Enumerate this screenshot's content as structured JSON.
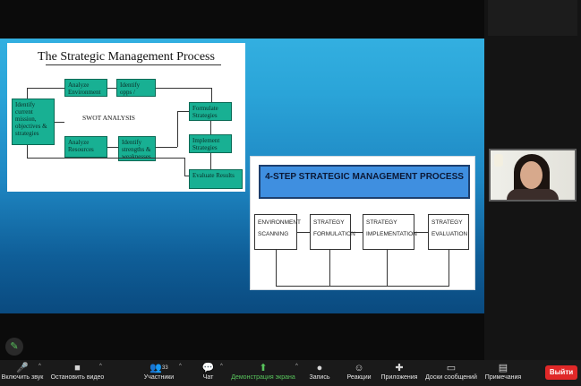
{
  "slide_left": {
    "title": "The Strategic Management Process",
    "box_identify": "Identify current mission, objectives & strategies",
    "box_analyze_env": "Analyze Environment",
    "box_identify_opps": "Identify opps / threats",
    "label_swot": "SWOT ANALYSIS",
    "box_analyze_res": "Analyze Resources",
    "box_identify_str": "Identify strengths & weaknesses",
    "box_formulate": "Formulate Strategies",
    "box_implement": "Implement Strategies",
    "box_evaluate": "Evaluate Results"
  },
  "slide_right": {
    "title": "4-STEP STRATEGIC MANAGEMENT PROCESS",
    "steps": [
      "Environment Scanning",
      "Strategy Formulation",
      "Strategy Implementation",
      "Strategy Evaluation"
    ]
  },
  "toolbar": {
    "audio": "Включить звук",
    "video": "Остановить видео",
    "participants": "Участники",
    "participants_count": "33",
    "chat": "Чат",
    "share": "Демонстрация экрана",
    "record": "Запись",
    "reactions": "Реакции",
    "apps": "Приложения",
    "whiteboards": "Доски сообщений",
    "notes": "Примечания",
    "leave": "Выйти"
  },
  "colors": {
    "accent_green": "#58c45c",
    "leave_red": "#e02828",
    "slide_teal": "#18b093",
    "banner_blue": "#3f8fe0"
  }
}
